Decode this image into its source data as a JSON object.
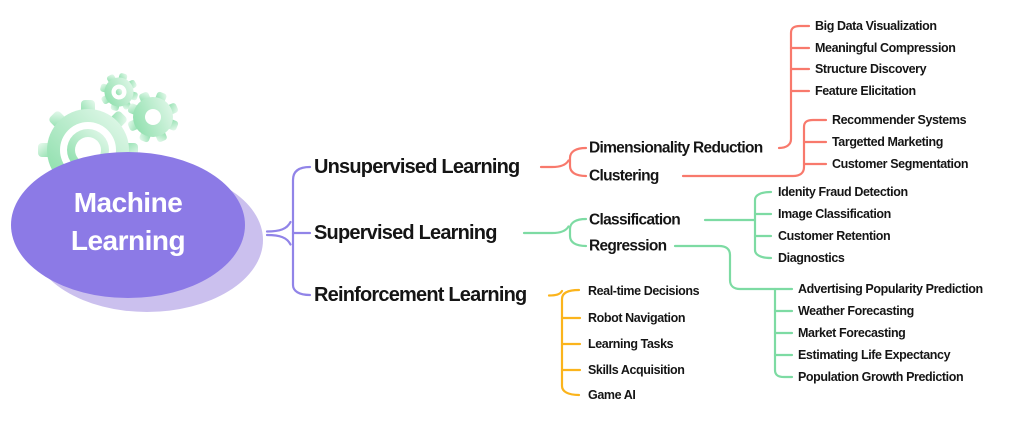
{
  "root": {
    "line1": "Machine",
    "line2": "Learning"
  },
  "tree": {
    "unsupervised": {
      "label": "Unsupervised Learning",
      "children": {
        "dimensionality_reduction": {
          "label": "Dimensionality Reduction",
          "leaves": [
            "Big Data Visualization",
            "Meaningful Compression",
            "Structure Discovery",
            "Feature Elicitation"
          ]
        },
        "clustering": {
          "label": "Clustering",
          "leaves": [
            "Recommender Systems",
            "Targetted Marketing",
            "Customer Segmentation"
          ]
        }
      }
    },
    "supervised": {
      "label": "Supervised Learning",
      "children": {
        "classification": {
          "label": "Classification",
          "leaves": [
            "Idenity Fraud Detection",
            "Image Classification",
            "Customer Retention",
            "Diagnostics"
          ]
        },
        "regression": {
          "label": "Regression",
          "leaves": [
            "Advertising Popularity Prediction",
            "Weather Forecasting",
            "Market Forecasting",
            "Estimating Life Expectancy",
            "Population Growth Prediction"
          ]
        }
      }
    },
    "reinforcement": {
      "label": "Reinforcement Learning",
      "leaves": [
        "Real-time Decisions",
        "Robot Navigation",
        "Learning Tasks",
        "Skills Acquisition",
        "Game AI"
      ]
    }
  },
  "colors": {
    "unsupervised_branch": "#F8796C",
    "supervised_branch": "#7DDBA3",
    "reinforcement_branch": "#FBB41C",
    "root_brace": "#9184E8",
    "root_fill": "#8C7AE6",
    "root_shadow": "#CBC0EE",
    "gear_green": "#84DCA5",
    "gear_green_light": "#E9FAEF",
    "text": "#151515"
  }
}
